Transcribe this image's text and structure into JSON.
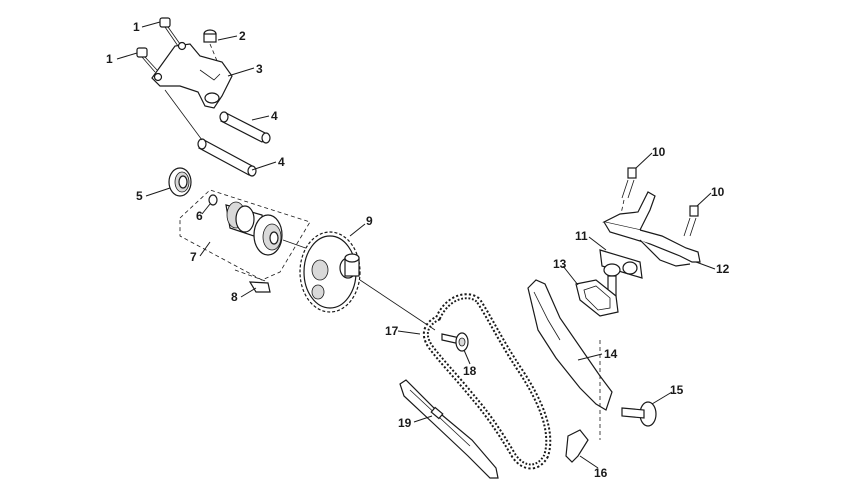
{
  "callouts": [
    {
      "n": "1"
    },
    {
      "n": "1"
    },
    {
      "n": "2"
    },
    {
      "n": "3"
    },
    {
      "n": "4"
    },
    {
      "n": "4"
    },
    {
      "n": "5"
    },
    {
      "n": "6"
    },
    {
      "n": "7"
    },
    {
      "n": "8"
    },
    {
      "n": "9"
    },
    {
      "n": "10"
    },
    {
      "n": "10"
    },
    {
      "n": "11"
    },
    {
      "n": "12"
    },
    {
      "n": "13"
    },
    {
      "n": "14"
    },
    {
      "n": "15"
    },
    {
      "n": "16"
    },
    {
      "n": "17"
    },
    {
      "n": "18"
    },
    {
      "n": "19"
    }
  ]
}
